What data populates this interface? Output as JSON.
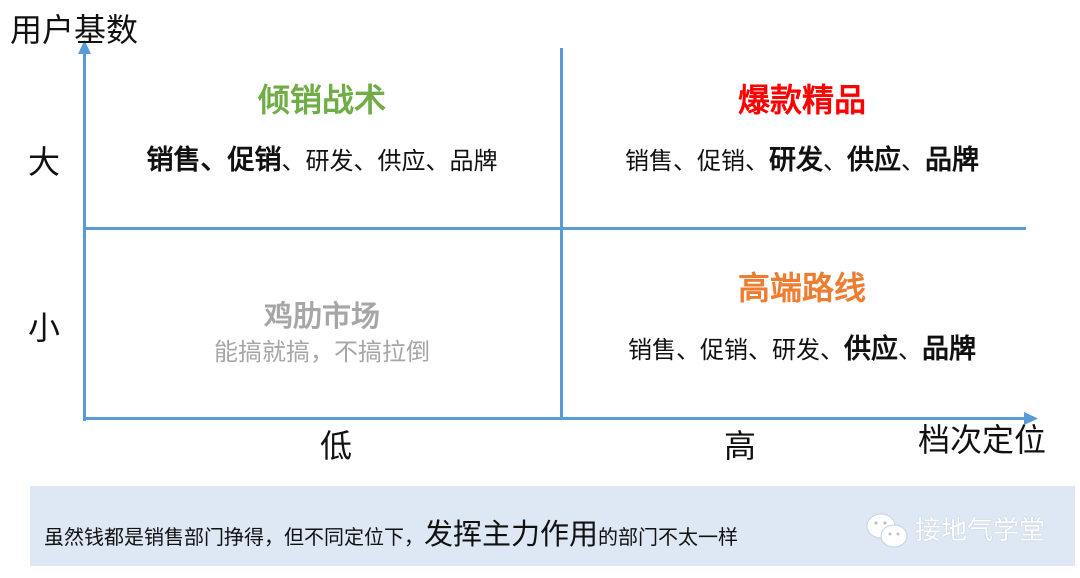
{
  "axes": {
    "y_title": "用户基数",
    "x_title": "档次定位",
    "y_ticks": [
      "大",
      "小"
    ],
    "x_ticks": [
      "低",
      "高"
    ],
    "line_color": "#5b9bd5"
  },
  "quadrants": {
    "top_left": {
      "title": "倾销战术",
      "title_color": "#70ad47",
      "depts": [
        {
          "text": "销售",
          "bold": true
        },
        {
          "text": "、",
          "bold": true
        },
        {
          "text": "促销",
          "bold": true
        },
        {
          "text": "、研发、供应、品牌",
          "bold": false
        }
      ]
    },
    "top_right": {
      "title": "爆款精品",
      "title_color": "#ff0000",
      "depts": [
        {
          "text": "销售、促销、",
          "bold": false
        },
        {
          "text": "研发",
          "bold": true
        },
        {
          "text": "、",
          "bold": false
        },
        {
          "text": "供应",
          "bold": true
        },
        {
          "text": "、",
          "bold": false
        },
        {
          "text": "品牌",
          "bold": true
        }
      ]
    },
    "bottom_left": {
      "title": "鸡肋市场",
      "subtitle": "能搞就搞，不搞拉倒",
      "title_color": "#a6a6a6"
    },
    "bottom_right": {
      "title": "高端路线",
      "title_color": "#ed7d31",
      "depts": [
        {
          "text": "销售、促销、研发、",
          "bold": false
        },
        {
          "text": "供应",
          "bold": true
        },
        {
          "text": "、",
          "bold": false
        },
        {
          "text": "品牌",
          "bold": true
        }
      ]
    }
  },
  "banner": {
    "text_part1": "虽然钱都是销售部门挣得，但不同定位下，",
    "text_emphasis": "发挥主力作用",
    "text_part2": "的部门不太一样",
    "background": "#dde8f4",
    "watermark": "接地气学堂",
    "watermark_icon": "wechat-icon"
  }
}
